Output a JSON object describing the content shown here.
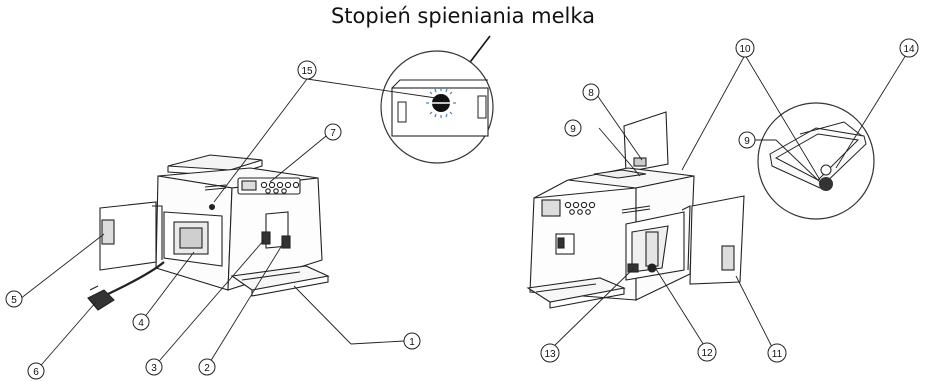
{
  "caption": "Stopień spieniania melka",
  "callouts": {
    "c1": "1",
    "c2": "2",
    "c3": "3",
    "c4": "4",
    "c5": "5",
    "c6": "6",
    "c7": "7",
    "c8": "8",
    "c9a": "9",
    "c9b": "9",
    "c10": "10",
    "c11": "11",
    "c12": "12",
    "c13": "13",
    "c14": "14",
    "c15": "15"
  }
}
